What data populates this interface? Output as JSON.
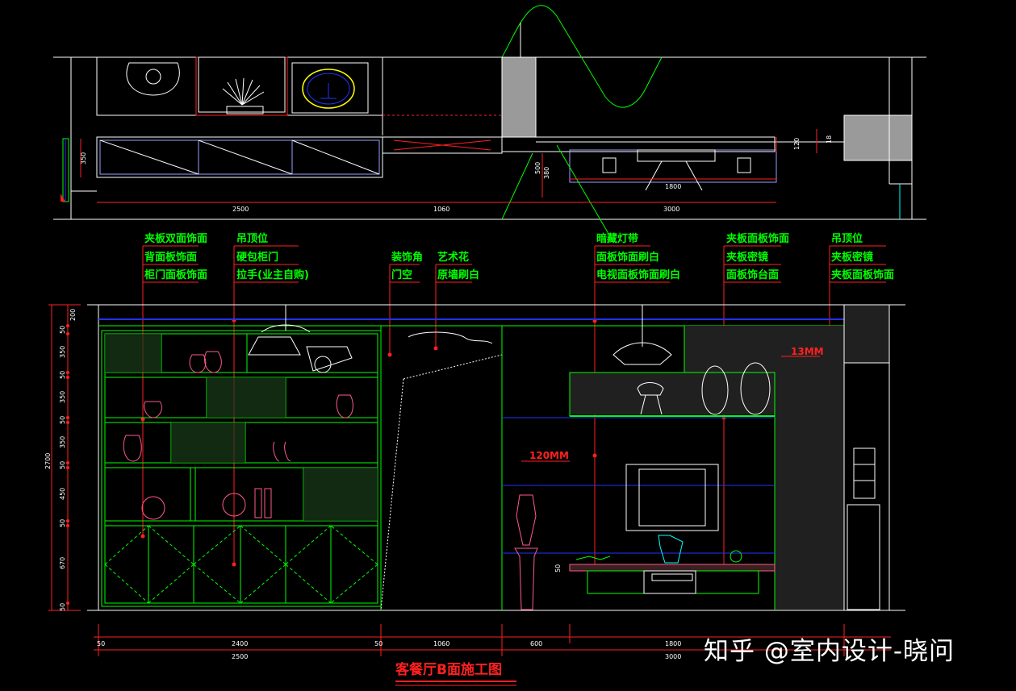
{
  "plan": {
    "dims": [
      "2500",
      "1060",
      "3000",
      "1800",
      "350",
      "500",
      "380",
      "120",
      "18"
    ]
  },
  "annotations": [
    {
      "lines": [
        "夹板双面饰面",
        "背面板饰面",
        "柜门面板饰面"
      ]
    },
    {
      "lines": [
        "吊顶位",
        "硬包柜门",
        "拉手(业主自购)"
      ]
    },
    {
      "lines": [
        "装饰角",
        "门空"
      ]
    },
    {
      "lines": [
        "艺术花",
        "原墙刷白"
      ]
    },
    {
      "lines": [
        "暗藏灯带",
        "面板饰面刷白",
        "电视面板饰面刷白"
      ]
    },
    {
      "lines": [
        "夹板面板饰面",
        "夹板密镜",
        "面板饰台面"
      ]
    },
    {
      "lines": [
        "吊顶位",
        "夹板密镜",
        "夹板面板饰面"
      ]
    }
  ],
  "elevation": {
    "left_dims": [
      "200",
      "50",
      "350",
      "50",
      "350",
      "50",
      "350",
      "50",
      "450",
      "50",
      "670",
      "50"
    ],
    "total_height": "2700",
    "callout_13mm": "13MM",
    "callout_120mm": "120MM",
    "shelf_dim": "50",
    "bottom_row1": [
      "50",
      "2400",
      "50",
      "1060",
      "600",
      "1800"
    ],
    "bottom_row2": [
      "2500",
      "3000"
    ]
  },
  "title": "客餐厅B面施工图",
  "watermark": "知乎 @室内设计-晓问"
}
